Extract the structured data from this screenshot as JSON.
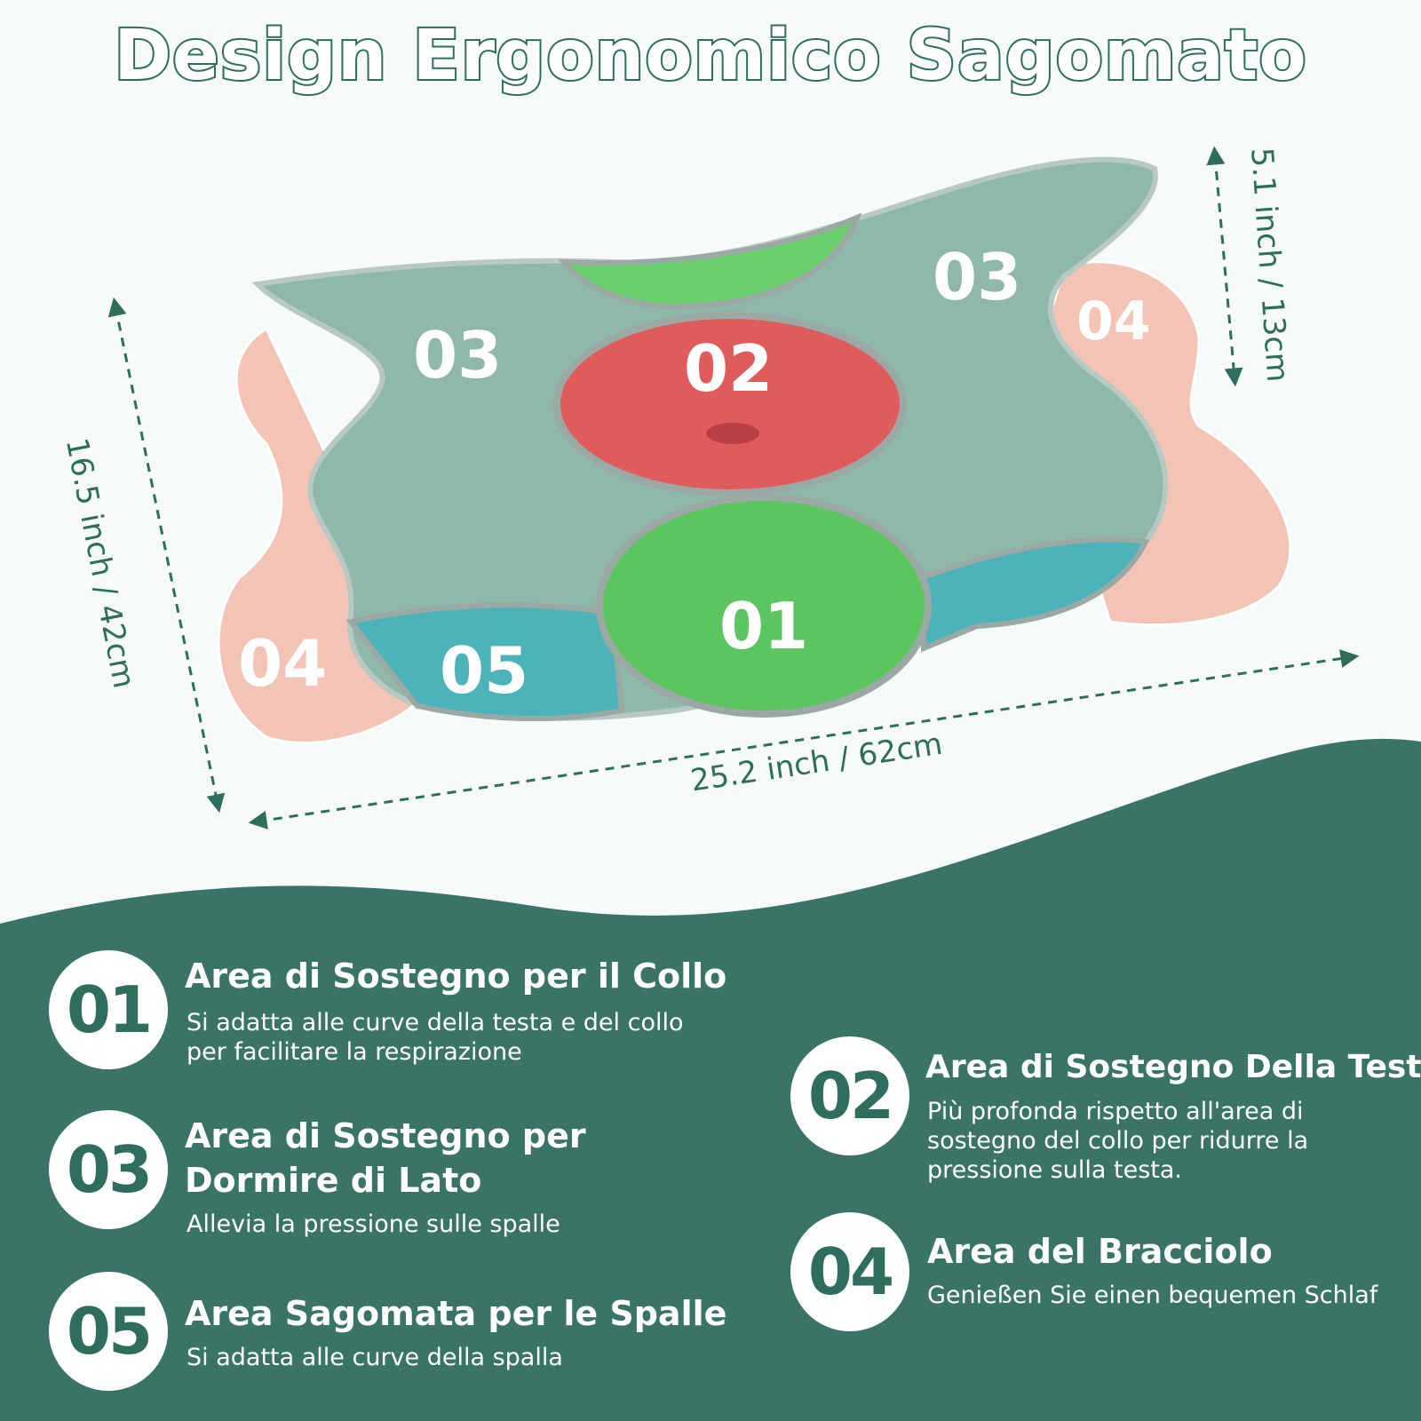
{
  "header": {
    "title": "Design Ergonomico Sagomato"
  },
  "dimensions": {
    "width": "25.2 inch / 62cm",
    "depth": "16.5 inch / 42cm",
    "height": "5.1 inch / 13cm"
  },
  "pillow_zones": [
    {
      "number": "01",
      "color": "#5cc55f"
    },
    {
      "number": "02",
      "color": "#e05c5c"
    },
    {
      "number": "03",
      "color": "#8fb8aa"
    },
    {
      "number": "04",
      "color": "#f3c4b6"
    },
    {
      "number": "05",
      "color": "#4cb3bb"
    }
  ],
  "features": [
    {
      "number": "01",
      "title": "Area di Sostegno per il Collo",
      "description_lines": [
        "Si adatta alle curve della testa e del collo",
        "per facilitare la respirazione"
      ]
    },
    {
      "number": "03",
      "title_lines": [
        "Area di Sostegno per",
        "Dormire di Lato"
      ],
      "description_lines": [
        "Allevia la pressione sulle spalle"
      ]
    },
    {
      "number": "05",
      "title": "Area Sagomata per le Spalle",
      "description_lines": [
        "Si adatta alle curve della spalla"
      ]
    },
    {
      "number": "02",
      "title": "Area di Sostegno Della Testa",
      "description_lines": [
        "Più profonda rispetto all'area di",
        "sostegno del collo per ridurre la",
        "pressione sulla testa."
      ]
    },
    {
      "number": "04",
      "title": "Area del Bracciolo",
      "description_lines": [
        "Genießen Sie einen bequemen Schlaf"
      ]
    }
  ],
  "colors": {
    "brand_green": "#3a7467",
    "title_outline": "#2f6d5c",
    "background": "#f6fbf9"
  }
}
